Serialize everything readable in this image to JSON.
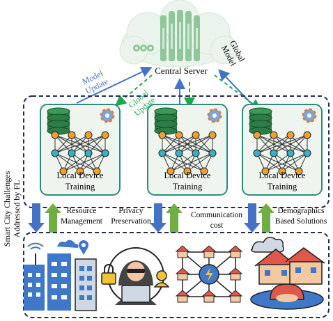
{
  "server": {
    "label": "Central Server"
  },
  "arrows": {
    "model_update": [
      "Model",
      "Update"
    ],
    "global_update": [
      "Global",
      "Update"
    ],
    "global_model": [
      "Global",
      "Model"
    ]
  },
  "devices": [
    {
      "label": [
        "Local Device",
        "Training"
      ]
    },
    {
      "label": [
        "Local Device",
        "Training"
      ]
    },
    {
      "label": [
        "Local Device",
        "Training"
      ]
    }
  ],
  "side_label": [
    "Smart City Challenges",
    "Addressed by FL"
  ],
  "challenges": [
    [
      "Resource",
      "Management"
    ],
    [
      "Privacy",
      "Preservation"
    ],
    [
      "Communication",
      "cost"
    ],
    [
      "Demographics",
      "Based Solutions"
    ]
  ],
  "colors": {
    "blue_arrow": "#4472c4",
    "green_arrow": "#70ad47",
    "dashed_green": "#1aa84a",
    "teal_border": "#2e8b7f",
    "box_fill": "#eef5ee",
    "navy_dashed": "#1f2a5a"
  },
  "icons": [
    "cloud-server-icon",
    "database-icon",
    "neural-network-icon",
    "gear-icon",
    "smart-city-buildings-icon",
    "hacker-privacy-icon",
    "network-houses-icon",
    "flooded-houses-icon"
  ]
}
